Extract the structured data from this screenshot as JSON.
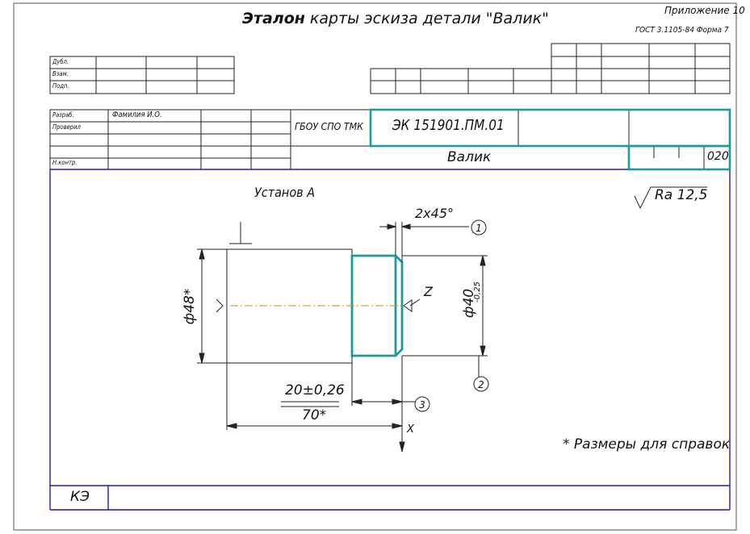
{
  "header": {
    "title_bold": "Эталон",
    "title_rest": "карты эскиза детали \"Валик\"",
    "appendix": "Приложение 10",
    "standard": "ГОСТ 3.1105-84  Форма 7"
  },
  "left_rows": [
    "Дубл.",
    "Взам.",
    "Подп."
  ],
  "sign_block": {
    "developed_label": "Разраб.",
    "developed_name": "Фамилия И.О.",
    "checked_label": "Проверил",
    "norm_control_label": "Н.контр."
  },
  "organization": "ГБОУ СПО ТМК",
  "document_code": "ЭК 151901.ПМ.01",
  "part_name": "Валик",
  "operation_number": "020",
  "drawing": {
    "setup_label": "Установ А",
    "roughness": "Ra 12,5",
    "chamfer": "2x45°",
    "diameter_major": "ф48*",
    "diameter_minor": "ф40",
    "diameter_minor_tol": "-0,25",
    "length_1": "20±0,26",
    "length_total": "70*",
    "axis_z": "Z",
    "axis_x": "X",
    "callouts": [
      "1",
      "2",
      "3"
    ],
    "note": "* Размеры для справок"
  },
  "footer_code": "КЭ",
  "colors": {
    "frame_blue": "#1f1fa8",
    "highlight_teal": "#1f9a96",
    "axis_orange": "#d98a1a",
    "line": "#222222"
  }
}
